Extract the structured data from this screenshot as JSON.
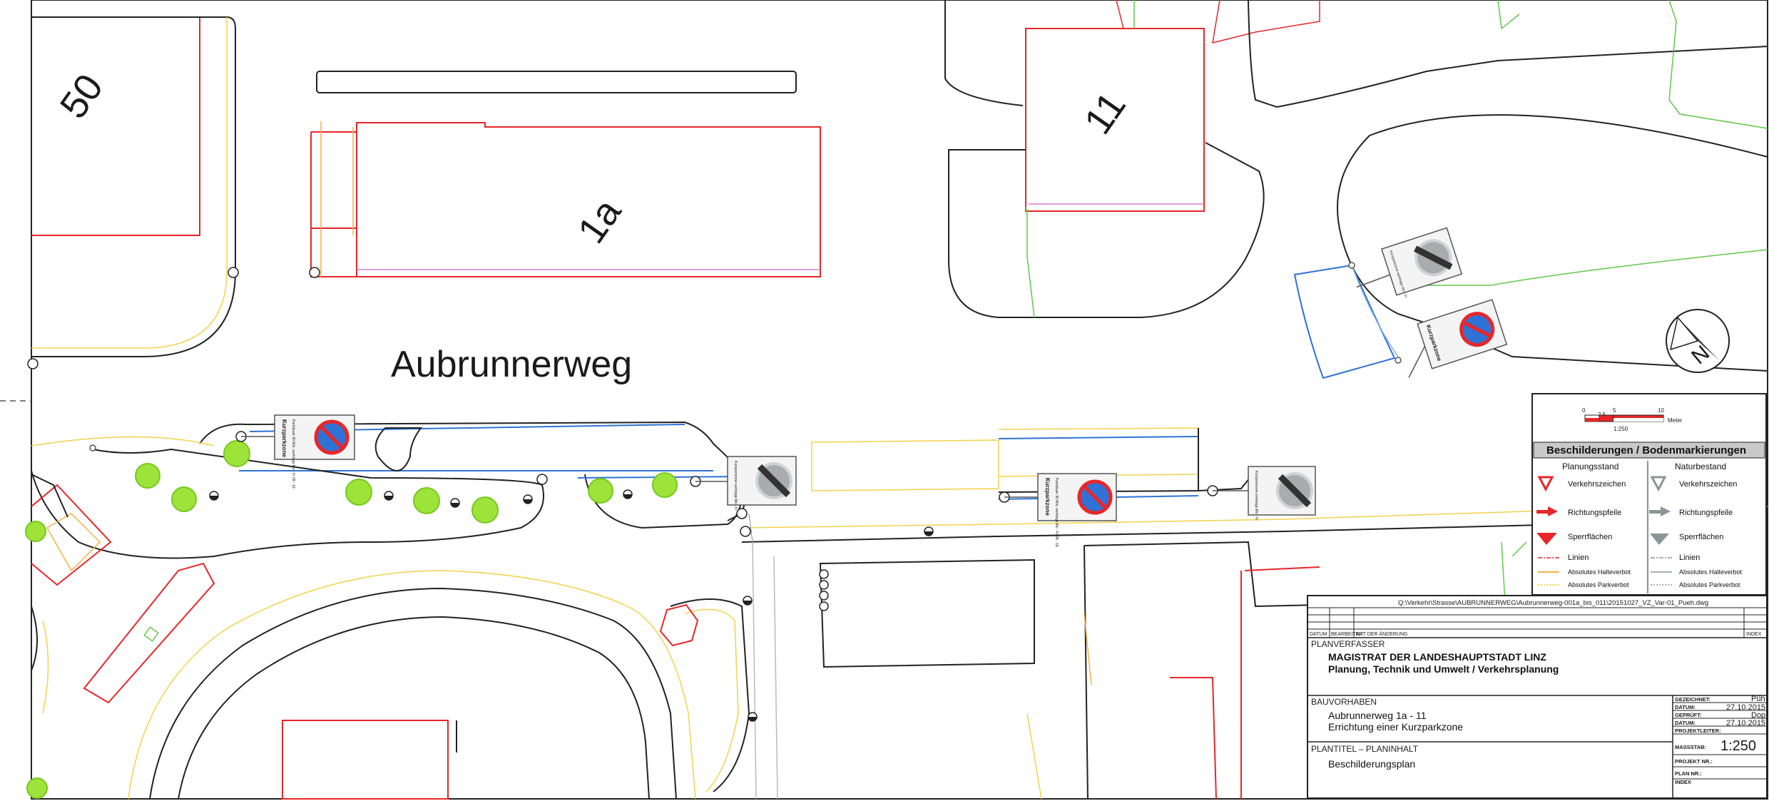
{
  "buildings": {
    "house_50": "50",
    "house_1a": "1a",
    "house_11": "11"
  },
  "street_name": "Aubrunnerweg",
  "signs": {
    "zone_label": "Kurzparkzone",
    "zone_sub": "Parkdauer 90 Min. werktags Mo - Fr 08 - 18",
    "end_sub": "Kurzparkzone werktags Mo - Fr"
  },
  "north_arrow": {
    "label": "N"
  },
  "scale_bar": {
    "ticks": [
      "0",
      "2.5",
      "5",
      "10"
    ],
    "unit": "Meter",
    "ratio": "1:250"
  },
  "legend": {
    "title": "Beschilderungen / Bodenmarkierungen",
    "col_planned": "Planungsstand",
    "col_existing": "Naturbestand",
    "items": [
      {
        "label": "Verkehrszeichen",
        "symbol": "triangle-icon"
      },
      {
        "label": "Richtungspfeile",
        "symbol": "arrow-icon"
      },
      {
        "label": "Sperrflächen",
        "symbol": "hatch-icon"
      },
      {
        "label": "Linien",
        "symbol": "line-icon"
      },
      {
        "label": "Absolutes Halteverbot",
        "symbol": "solid-line-icon"
      },
      {
        "label": "Absolutes Parkverbot",
        "symbol": "dotted-line-icon"
      }
    ],
    "planned_color": "#e8262a",
    "existing_color": "#8a9699"
  },
  "title_block": {
    "file_path": "Q:\\Verkehr\\Strasse\\AUBRUNNERWEG\\Aubrunnerweg-001a_bis_011\\20151027_VZ_Var-01_Pueh.dwg",
    "rev_headers": {
      "datum": "DATUM",
      "bearbeiter": "BEARBEITER",
      "art": "ART DER ÄNDERUNG",
      "index": "INDEX"
    },
    "planverfasser_label": "PLANVERFASSER",
    "org_line1": "MAGISTRAT DER LANDESHAUPTSTADT LINZ",
    "org_line2": "Planung, Technik und Umwelt / Verkehrsplanung",
    "bauvorhaben_label": "BAUVORHABEN",
    "bauvorhaben_line1": "Aubrunnerweg 1a - 11",
    "bauvorhaben_line2": "Errichtung einer Kurzparkzone",
    "plantitel_label": "PLANTITEL  –  PLANINHALT",
    "plantitel_value": "Beschilderungsplan",
    "gezeichnet_label": "GEZEICHNET:",
    "gezeichnet_value": "Püh",
    "datum1_label": "DATUM:",
    "datum1_value": "27.10.2015",
    "geprueft_label": "GEPRÜFT:",
    "geprueft_value": "Dop",
    "datum2_label": "DATUM:",
    "datum2_value": "27.10.2015",
    "projektleiter_label": "PROJEKTLEITER:",
    "massstab_label": "MASSSTAB:",
    "massstab_value": "1:250",
    "projekt_nr_label": "PROJEKT NR.:",
    "plan_nr_label": "PLAN NR.:",
    "index_label": "INDEX"
  }
}
